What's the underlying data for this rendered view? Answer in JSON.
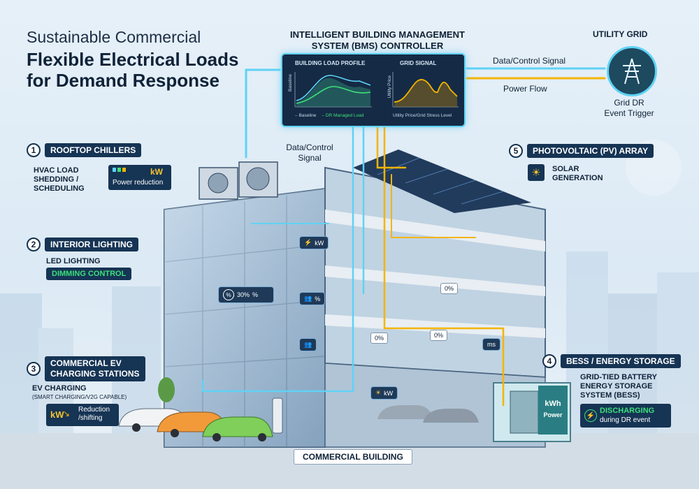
{
  "header": {
    "line1": "Sustainable Commercial",
    "line2": "Flexible Electrical Loads",
    "line3": "for Demand Response"
  },
  "bms": {
    "title_l1": "INTELLIGENT BUILDING MANAGEMENT",
    "title_l2": "SYSTEM (BMS) CONTROLLER",
    "load_profile_title": "BUILDING LOAD PROFILE",
    "load_y_label": "Baseline",
    "legend_baseline": "Baseline",
    "legend_dr": "DR Managed Load",
    "grid_signal_title": "GRID SIGNAL",
    "grid_y_label": "Utility Price",
    "grid_caption": "Utility Price/Grid Stress Level"
  },
  "grid": {
    "title": "UTILITY GRID",
    "caption_l1": "Grid DR",
    "caption_l2": "Event Trigger",
    "data_signal": "Data/Control Signal",
    "power_flow": "Power Flow"
  },
  "center_signal": {
    "l1": "Data/Control",
    "l2": "Signal"
  },
  "items": [
    {
      "num": "1",
      "title": "ROOFTOP CHILLERS",
      "sub_l1": "HVAC LOAD",
      "sub_l2": "SHEDDING /",
      "sub_l3": "SCHEDULING",
      "unit": "kW",
      "box": "Power reduction"
    },
    {
      "num": "2",
      "title": "INTERIOR LIGHTING",
      "sub_l1": "LED LIGHTING",
      "box": "DIMMING CONTROL"
    },
    {
      "num": "3",
      "title_l1": "COMMERCIAL EV",
      "title_l2": "CHARGING STATIONS",
      "sub_l1": "EV CHARGING",
      "sub_small": "(SMART CHARGING/V2G CAPABLE)",
      "unit": "kW",
      "box_l1": "Reduction",
      "box_l2": "/shifting"
    },
    {
      "num": "4",
      "title": "BESS / ENERGY STORAGE",
      "sub_l1": "GRID-TIED BATTERY",
      "sub_l2": "ENERGY STORAGE",
      "sub_l3": "SYSTEM (BESS)",
      "box_l1": "DISCHARGING",
      "box_l2": "during DR event"
    },
    {
      "num": "5",
      "title": "PHOTOVOLTAIC (PV) ARRAY",
      "sub_l1": "SOLAR",
      "sub_l2": "GENERATION"
    }
  ],
  "dimmer": {
    "value": "30%",
    "unit": "%"
  },
  "floor_badges": {
    "kw": "kW",
    "pct": "%",
    "zero1": "0%",
    "zero2": "0%",
    "zero3": "0%",
    "time": "ms",
    "solar_kw": "kW"
  },
  "bess_unit": {
    "l1": "kWh",
    "l2": "Power"
  },
  "building_label": "COMMERCIAL BUILDING",
  "colors": {
    "accent_cyan": "#5fd2f5",
    "power_yellow": "#f4b400",
    "navy": "#163454",
    "green": "#3de07a"
  }
}
